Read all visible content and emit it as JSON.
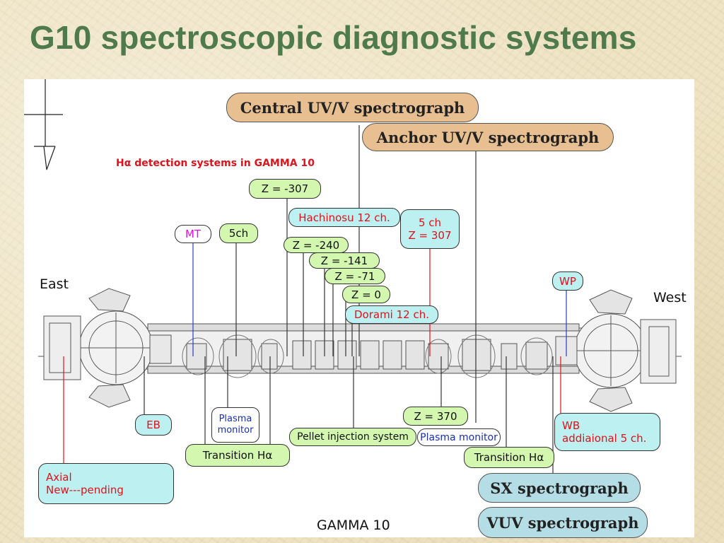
{
  "slide": {
    "title": "G10 spectroscopic diagnostic systems"
  },
  "diagram": {
    "heading": "Hα detection systems in GAMMA 10",
    "bottom_label": "GAMMA 10",
    "east_label": "East",
    "west_label": "West",
    "spectrographs": {
      "central": "Central UV/V spectrograph",
      "anchor": "Anchor UV/V spectrograph",
      "sx": "SX spectrograph",
      "vuv": "VUV spectrograph"
    },
    "top_labels": {
      "z_minus_307": "Z = -307",
      "hachinosu": "Hachinosu 12 ch.",
      "five_ch_z307_line1": "5 ch",
      "five_ch_z307_line2": "Z = 307",
      "mt": "MT",
      "five_ch": "5ch",
      "z_minus_240": "Z = -240",
      "z_minus_141": "Z = -141",
      "z_minus_71": "Z = -71",
      "z_0": "Z = 0",
      "dorami": "Dorami 12 ch.",
      "wp": "WP"
    },
    "bottom_labels": {
      "eb": "EB",
      "plasma_monitor_left_line1": "Plasma",
      "plasma_monitor_left_line2": "monitor",
      "z_370": "Z = 370",
      "pellet_injection": "Pellet injection system",
      "plasma_monitor_right": "Plasma monitor",
      "transition_left": "Transition Hα",
      "transition_right": "Transition Hα",
      "wb_line1": "WB",
      "wb_line2": "addiaional 5 ch.",
      "axial_line1": "Axial",
      "axial_line2": "New---pending"
    }
  },
  "colors": {
    "title_green": "#4e7a4c",
    "label_green": "#d4f7b0",
    "label_cyan": "#bdf0f0",
    "spectrograph_tan": "#e8bf90",
    "spectrograph_blue": "#b5dde6",
    "red_text": "#e0121b",
    "blue_text": "#1a2fb5"
  }
}
